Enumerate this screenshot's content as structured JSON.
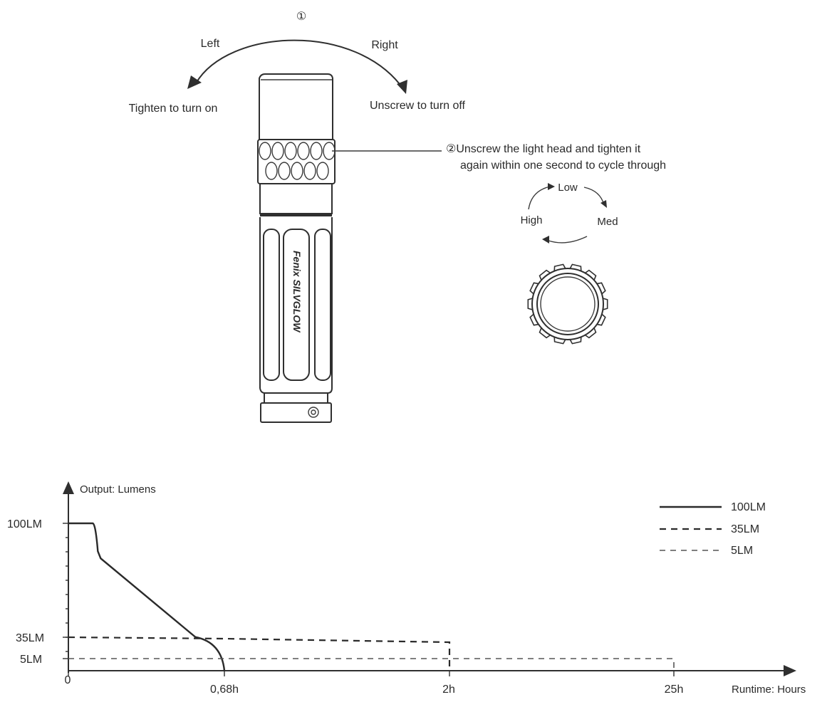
{
  "instructions": {
    "step1_marker": "①",
    "left_label": "Left",
    "right_label": "Right",
    "tighten_label": "Tighten to turn on",
    "unscrew_label": "Unscrew to turn off",
    "step2_line1": "②Unscrew the light head and tighten it",
    "step2_line2": "again within one second to cycle through"
  },
  "cycle": {
    "low": "Low",
    "med": "Med",
    "high": "High"
  },
  "flashlight": {
    "brand": "Fenix SILVGLOW"
  },
  "chart_data": {
    "type": "line",
    "ylabel": "Output: Lumens",
    "xlabel": "Runtime: Hours",
    "y_ticks": [
      "100LM",
      "35LM",
      "5LM"
    ],
    "x_ticks": [
      "0",
      "0,68h",
      "2h",
      "25h"
    ],
    "legend_position": "top-right",
    "series": [
      {
        "name": "100LM",
        "style": "solid",
        "points": [
          {
            "x": "0",
            "y": 100
          },
          {
            "x": "0.05h",
            "y": 100
          },
          {
            "x": "0.06h",
            "y": 80
          },
          {
            "x": "0.6h",
            "y": 40
          },
          {
            "x": "0,68h",
            "y": 0
          }
        ]
      },
      {
        "name": "35LM",
        "style": "dashed-heavy",
        "points": [
          {
            "x": "0",
            "y": 35
          },
          {
            "x": "0,68h",
            "y": 33
          },
          {
            "x": "2h",
            "y": 28
          },
          {
            "x": "2h",
            "y": 0
          }
        ]
      },
      {
        "name": "5LM",
        "style": "dashed-light",
        "points": [
          {
            "x": "0",
            "y": 5
          },
          {
            "x": "25h",
            "y": 5
          },
          {
            "x": "25h",
            "y": 0
          }
        ]
      }
    ]
  }
}
